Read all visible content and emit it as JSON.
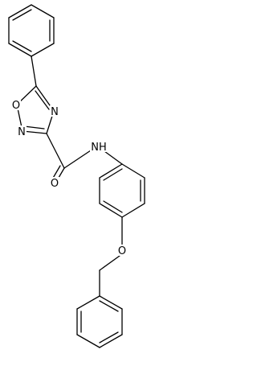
{
  "molecule": {
    "atoms": {
      "o_ring": "O",
      "n_ring_bottom": "N",
      "n_ring_top": "N",
      "o_carbonyl": "O",
      "n_amide": "NH",
      "o_ether": "O"
    }
  }
}
